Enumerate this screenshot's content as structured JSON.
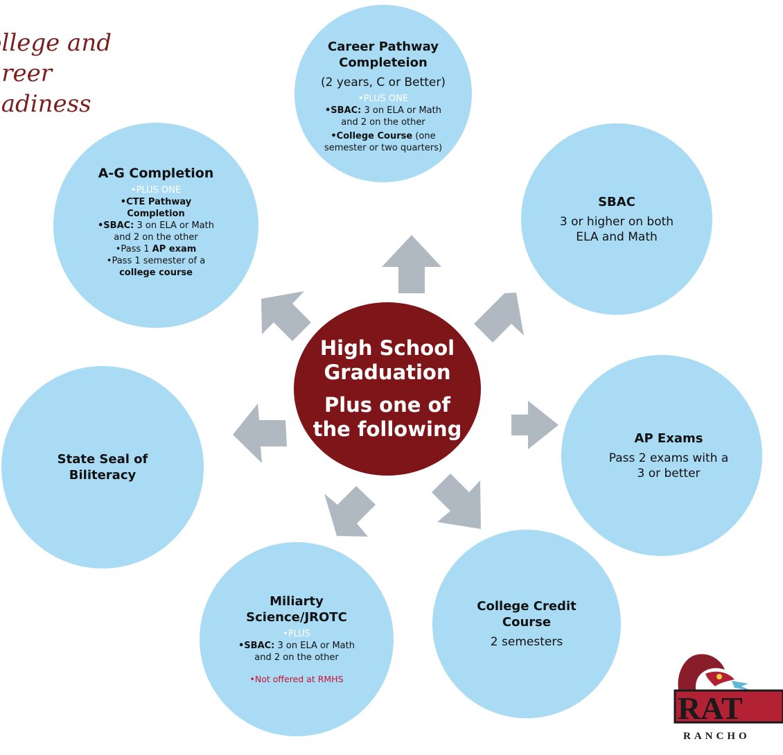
{
  "title": [
    "College and",
    "Career",
    "Readiness"
  ],
  "center": {
    "line1": "High School",
    "line2": "Graduation",
    "line3": "Plus one of",
    "line4": "the following"
  },
  "career": {
    "heading1": "Career Pathway",
    "heading2": "Completeion",
    "sub": "(2 years, C or Better)",
    "plus": "•PLUS ONE",
    "sbac_b": "•SBAC:",
    "sbac_t": "3 on ELA or Math",
    "sbac_t2": "and 2 on the other",
    "college_b": "•College Course",
    "college_t": "(one",
    "college_t2": "semester or two quarters)"
  },
  "sbac": {
    "heading": "SBAC",
    "line1": "3 or higher on both",
    "line2": "ELA and Math"
  },
  "ap": {
    "heading": "AP Exams",
    "line1": "Pass 2 exams with a",
    "line2": "3 or better"
  },
  "college_credit": {
    "heading1": "College Credit",
    "heading2": "Course",
    "sub": "2 semesters"
  },
  "military": {
    "heading1": "Miliarty",
    "heading2": "Science/JROTC",
    "plus": "•PLUS",
    "sbac_b": "•SBAC:",
    "sbac_t": "3 on ELA or Math",
    "sbac_t2": "and 2 on the other",
    "note": "•Not offered at RMHS"
  },
  "seal": {
    "heading1": "State Seal of",
    "heading2": "Biliteracy"
  },
  "ag": {
    "heading": "A-G Completion",
    "plus": "•PLUS ONE",
    "cte": "•CTE Pathway",
    "cte2": "Completion",
    "sbac_b": "•SBAC:",
    "sbac_t": "3 on ELA or Math",
    "sbac_t2": "and 2 on the other",
    "ap_pre": "•Pass 1 ",
    "ap_b": "AP exam",
    "college_pre": "•Pass 1 semester of a",
    "college_b": "college course"
  },
  "logo": {
    "text": "RAT",
    "sub": "RANCHO"
  },
  "colors": {
    "circle": "#a9dcf4",
    "center": "#7e1518",
    "arrow": "#b0b9c1",
    "title": "#7b1e1e"
  }
}
